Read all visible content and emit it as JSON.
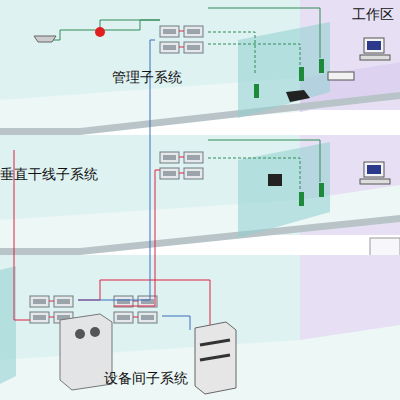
{
  "diagram": {
    "labels": [
      "工作区",
      "管理子系统",
      "垂直干线子系统",
      "设备间子系统"
    ]
  }
}
